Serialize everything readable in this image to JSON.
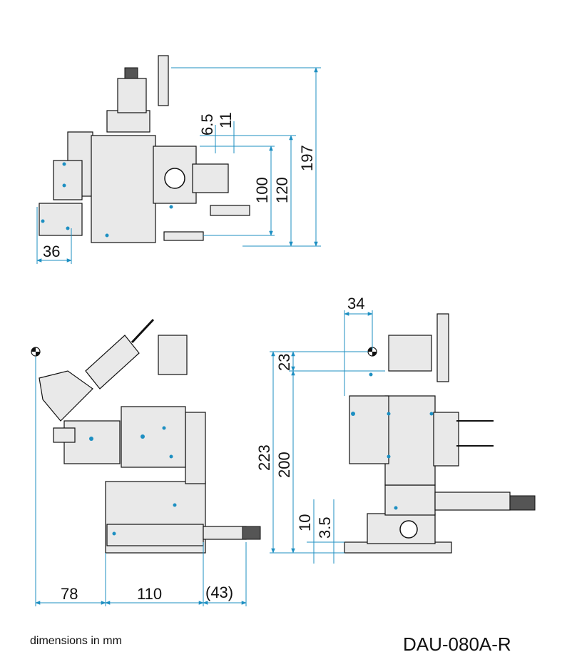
{
  "top_view": {
    "dims": {
      "d_6_5": "6.5",
      "d_11": "11",
      "d_100": "100",
      "d_120": "120",
      "d_197": "197",
      "d_36": "36"
    }
  },
  "front_view": {
    "dims": {
      "d_78": "78",
      "d_110": "110",
      "d_43": "(43)"
    }
  },
  "side_view": {
    "dims": {
      "d_34": "34",
      "d_23": "23",
      "d_223": "223",
      "d_200": "200",
      "d_10": "10",
      "d_3_5": "3.5"
    }
  },
  "caption": "dimensions in mm",
  "model": "DAU-080A-R",
  "colors": {
    "dimension_line": "#1d8fc2",
    "outline": "#111111"
  }
}
